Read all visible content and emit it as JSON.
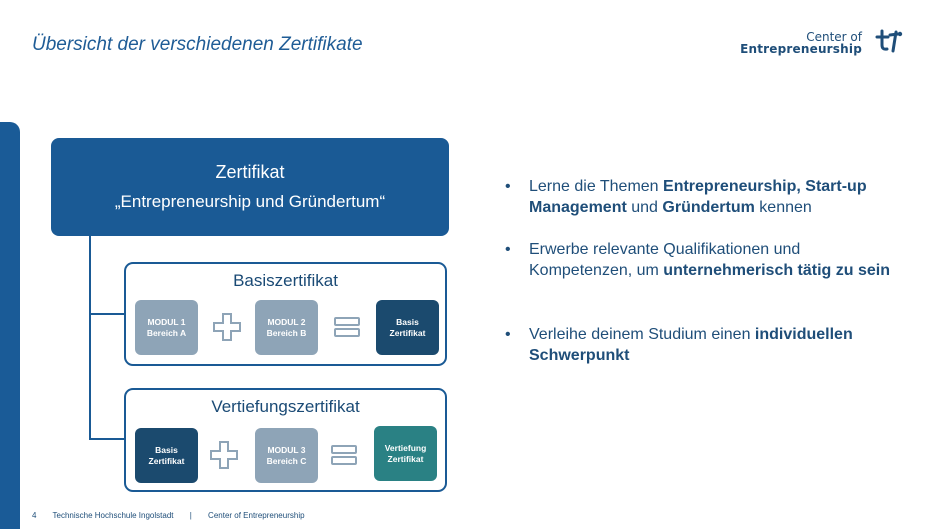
{
  "slide": {
    "title": "Übersicht der verschiedenen Zertifikate"
  },
  "logo": {
    "line1": "Center of",
    "line2": "Entrepreneurship",
    "mark": "thi-logo-icon"
  },
  "certificate": {
    "line1": "Zertifikat",
    "line2": "„Entrepreneurship und Gründertum“"
  },
  "basis": {
    "title": "Basiszertifikat",
    "tile1": {
      "line1": "MODUL 1",
      "line2": "Bereich A"
    },
    "tile2": {
      "line1": "MODUL 2",
      "line2": "Bereich B"
    },
    "result": {
      "line1": "Basis",
      "line2": "Zertifikat"
    }
  },
  "vertiefung": {
    "title": "Vertiefungszertifikat",
    "tile1": {
      "line1": "Basis",
      "line2": "Zertifikat"
    },
    "tile2": {
      "line1": "MODUL 3",
      "line2": "Bereich C"
    },
    "result": {
      "line1": "Vertiefung",
      "line2": "Zertifikat"
    }
  },
  "bullets": [
    {
      "parts": [
        "Lerne die Themen ",
        "Entrepreneurship, Start-up Management",
        " und ",
        "Gründertum",
        " kennen"
      ]
    },
    {
      "parts": [
        "Erwerbe relevante Qualifikationen und Kompetenzen, um ",
        "unternehmerisch tätig zu sein"
      ]
    },
    {
      "parts": [
        "Verleihe deinem Studium einen ",
        "individuellen Schwerpunkt"
      ]
    }
  ],
  "bullet_symbol": "•",
  "footer": {
    "page": "4",
    "institution": "Technische Hochschule Ingolstadt",
    "separator": "|",
    "unit": "Center of Entrepreneurship"
  },
  "colors": {
    "primary": "#1a5a95",
    "tile_grey": "#8ea4b7",
    "tile_navy": "#1b4a6e",
    "tile_teal": "#2a8184",
    "text": "#1f4e79"
  }
}
